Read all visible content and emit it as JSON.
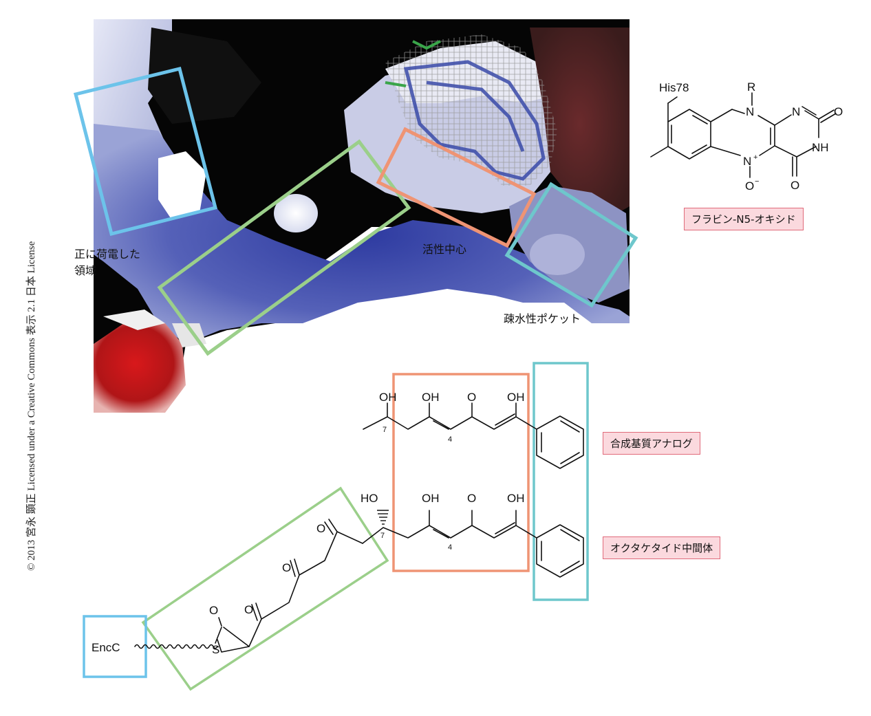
{
  "copyright": "© 2013 宮永 顕正 Licensed under a Creative Commons 表示 2.1 日本 License",
  "protein_labels": {
    "positive_region": [
      "正に荷電した",
      "領域"
    ],
    "active_center": "活性中心",
    "hydrophobic_pocket": "疎水性ポケット"
  },
  "flavin": {
    "his": "His78",
    "r": "R",
    "n_top": "N",
    "n_ring": "N",
    "o_right": "O",
    "nh": "NH",
    "n_plus": "N",
    "plus": "+",
    "o_minus": "O",
    "minus": "−",
    "o_bottom": "O",
    "tag": "フラビン-N5-オキシド"
  },
  "analog": {
    "oh1": "OH",
    "oh2": "OH",
    "o3": "O",
    "oh4": "OH",
    "c7": "7",
    "c4": "4",
    "tag": "合成基質アナログ"
  },
  "intermediate": {
    "ho": "HO",
    "oh2": "OH",
    "o3": "O",
    "oh4": "OH",
    "c7": "7",
    "c4": "4",
    "ketones": [
      "O",
      "O",
      "O",
      "O"
    ],
    "s": "S",
    "enzyme": "EncC",
    "tag": "オクタケタイド中間体"
  },
  "colors": {
    "blue_box": "#6cc3ea",
    "green_box": "#9bcf8a",
    "orange_box": "#ef9474",
    "teal_box": "#6ec7cc",
    "tag_fill": "#fbd9de",
    "tag_border": "#e06a7a"
  }
}
